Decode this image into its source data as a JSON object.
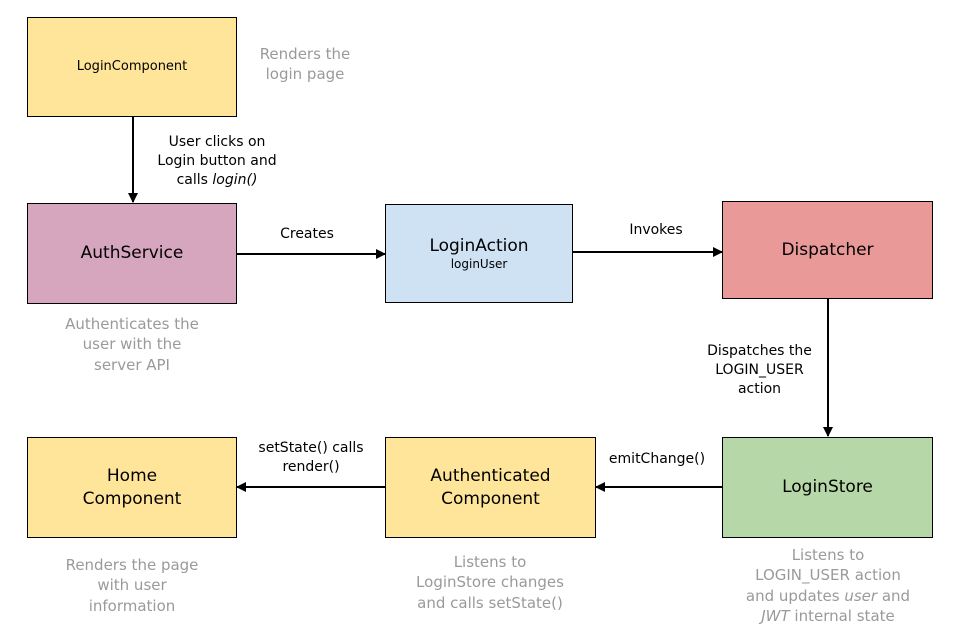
{
  "nodes": {
    "login_component": {
      "title": "LoginComponent",
      "color": "#ffe599"
    },
    "auth_service": {
      "title": "AuthService",
      "color": "#d5a6bd"
    },
    "login_action": {
      "title": "LoginAction",
      "sub": "loginUser",
      "color": "#cfe2f3"
    },
    "dispatcher": {
      "title": "Dispatcher",
      "color": "#ea9999"
    },
    "login_store": {
      "title": "LoginStore",
      "color": "#b6d7a8"
    },
    "authenticated_component": {
      "title": "Authenticated Component",
      "color": "#ffe599"
    },
    "home_component": {
      "title": "Home Component",
      "color": "#ffe599"
    }
  },
  "notes": {
    "login_component": "Renders the\nlogin page",
    "auth_service": "Authenticates the\nuser with the\nserver API",
    "login_store": {
      "l1": "Listens to",
      "l2": "LOGIN_USER action",
      "l3a": "and updates ",
      "l3b": "user",
      "l3c": " and",
      "l4a": "JWT",
      "l4b": " internal state"
    },
    "authenticated_component": "Listens to\nLoginStore changes\nand calls setState()",
    "home_component": "Renders the page\nwith user\ninformation"
  },
  "edges": {
    "user_clicks": {
      "l1": "User clicks on",
      "l2": "Login button and",
      "l3a": "calls ",
      "l3b": "login()"
    },
    "creates": "Creates",
    "invokes": "Invokes",
    "dispatches": {
      "l1": "Dispatches the",
      "l2": "LOGIN_USER",
      "l3": "action"
    },
    "emit_change": "emitChange()",
    "set_state": {
      "l1": "setState() calls",
      "l2": "render()"
    }
  }
}
